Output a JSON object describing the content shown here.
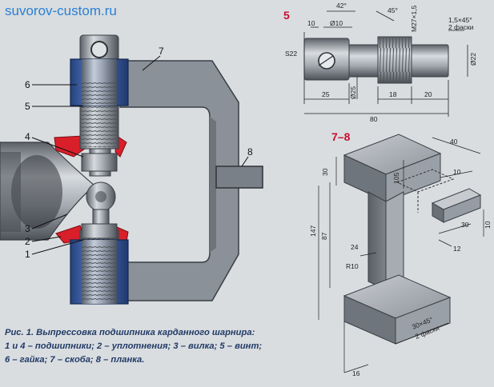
{
  "watermark": "suvorov-custom.ru",
  "caption": {
    "line1": "Рис. 1. Выпрессовка подшипника карданного шарнира:",
    "line2": "1 и 4 – подшипники; 2 – уплотнения; 3 – вилка; 5 – винт;",
    "line3": "6 – гайка; 7 – скоба; 8 – планка."
  },
  "assembly_callouts": {
    "c1": "1",
    "c2": "2",
    "c3": "3",
    "c4": "4",
    "c5": "5",
    "c6": "6",
    "c7": "7",
    "c8": "8"
  },
  "screw_drawing": {
    "label": "5",
    "dims": {
      "angle42": "42°",
      "angle45": "45°",
      "d10": "10",
      "hole": "Ø10",
      "thread": "M27×1,5",
      "chamfer": "1,5×45°",
      "chamfer_note": "2 фаски",
      "s22": "S22",
      "d22": "Ø22",
      "len25": "25",
      "d25": "Ø25",
      "len18": "18",
      "len20": "20",
      "len80": "80"
    }
  },
  "bracket_drawing": {
    "label": "7–8",
    "dims": {
      "d40": "40",
      "d30": "30",
      "d105": "105",
      "d10a": "10",
      "d147": "147",
      "d87": "87",
      "d24": "24",
      "r10": "R10",
      "d30b": "30",
      "d12": "12",
      "d10b": "10",
      "chamfer": "30×45°",
      "chamfer_note": "2 фаски",
      "d16": "16"
    }
  },
  "colors": {
    "background": "#d9dde0",
    "bracket_gray": "#8b9199",
    "nut_blue": "#3e5fa3",
    "seal_red": "#d81f2a",
    "header_red": "#c8102e",
    "caption_blue": "#223a66",
    "watermark_blue": "#2a7fd4"
  }
}
